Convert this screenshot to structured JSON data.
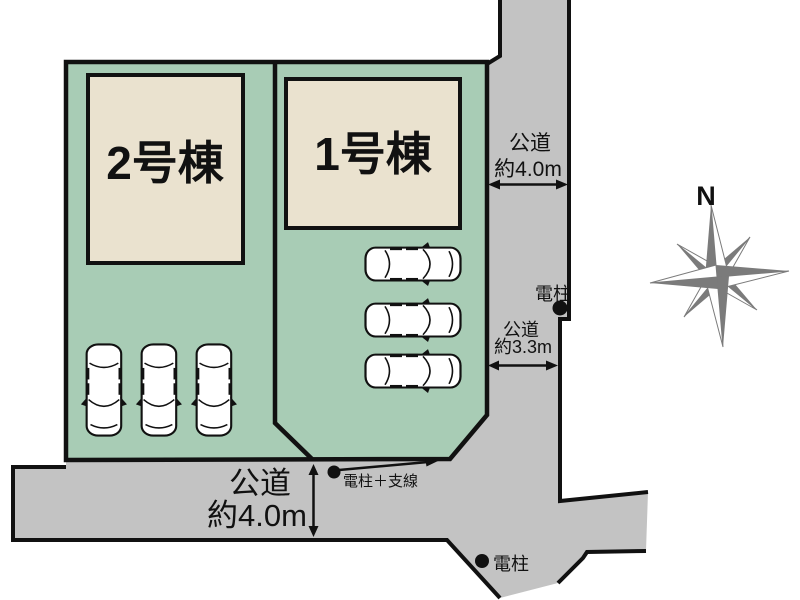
{
  "colors": {
    "plot_green": "#a8ccb5",
    "building_beige": "#eae2cf",
    "road_gray": "#c3c3c3",
    "outline_black": "#111111",
    "compass_gray": "#7b7b7b"
  },
  "plots": [
    {
      "building_label": "2号棟",
      "parked_cars": 3
    },
    {
      "building_label": "1号棟",
      "parked_cars": 3
    }
  ],
  "roads": {
    "right_upper": {
      "name": "公道",
      "width": "約4.0m"
    },
    "right_lower": {
      "name": "公道",
      "width": "約3.3m"
    },
    "bottom": {
      "name": "公道",
      "width": "約4.0m"
    }
  },
  "poles": {
    "right": {
      "label": "電柱"
    },
    "corner": {
      "label": "電柱＋支線"
    },
    "bottom": {
      "label": "電柱"
    }
  },
  "compass": {
    "north": "N"
  }
}
